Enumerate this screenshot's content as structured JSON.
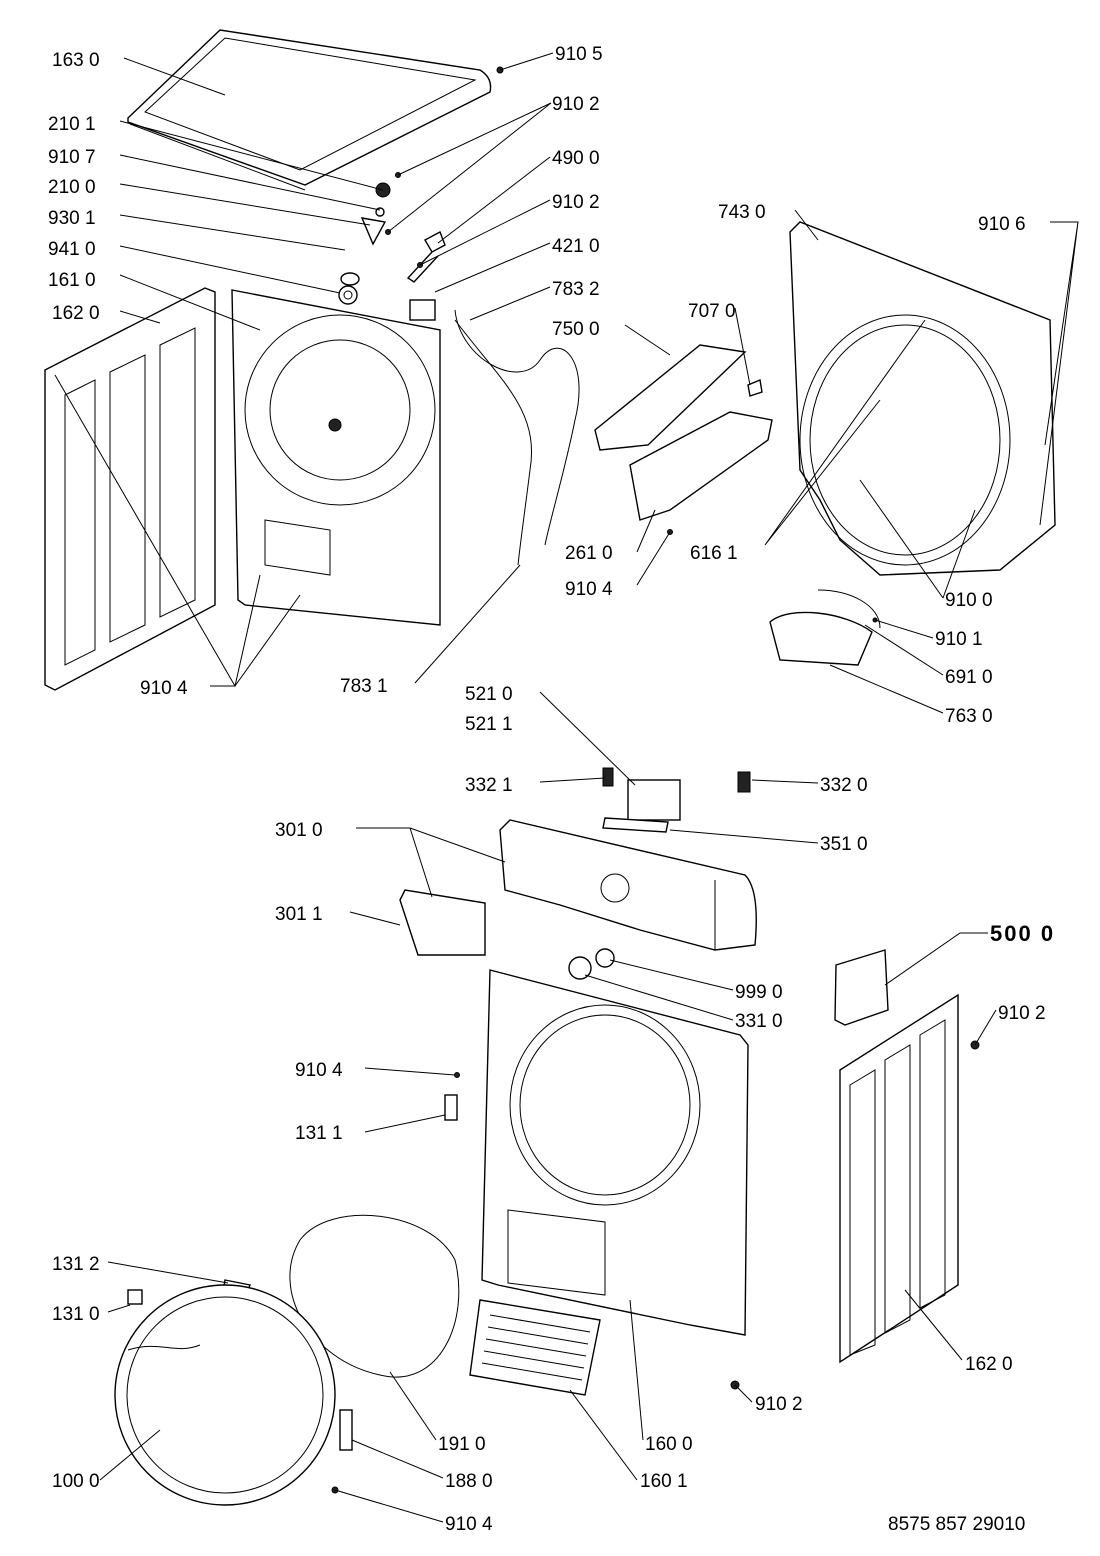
{
  "diagram": {
    "type": "exploded parts diagram",
    "document_code": "8575 857 29010",
    "labels": [
      "163 0",
      "910 5",
      "910 2",
      "210 1",
      "910 7",
      "490 0",
      "210 0",
      "910 2",
      "930 1",
      "421 0",
      "941 0",
      "783 2",
      "161 0",
      "162 0",
      "743 0",
      "910 6",
      "707 0",
      "750 0",
      "261 0",
      "910 4",
      "616 1",
      "910 0",
      "910 1",
      "691 0",
      "763 0",
      "910 4",
      "783 1",
      "521 0",
      "521 1",
      "332 1",
      "332 0",
      "351 0",
      "301 0",
      "301 1",
      "500 0",
      "999 0",
      "331 0",
      "910 2",
      "910 4",
      "131 1",
      "131 2",
      "131 0",
      "162 0",
      "910 2",
      "160 0",
      "191 0",
      "160 1",
      "100 0",
      "188 0",
      "910 4"
    ]
  }
}
